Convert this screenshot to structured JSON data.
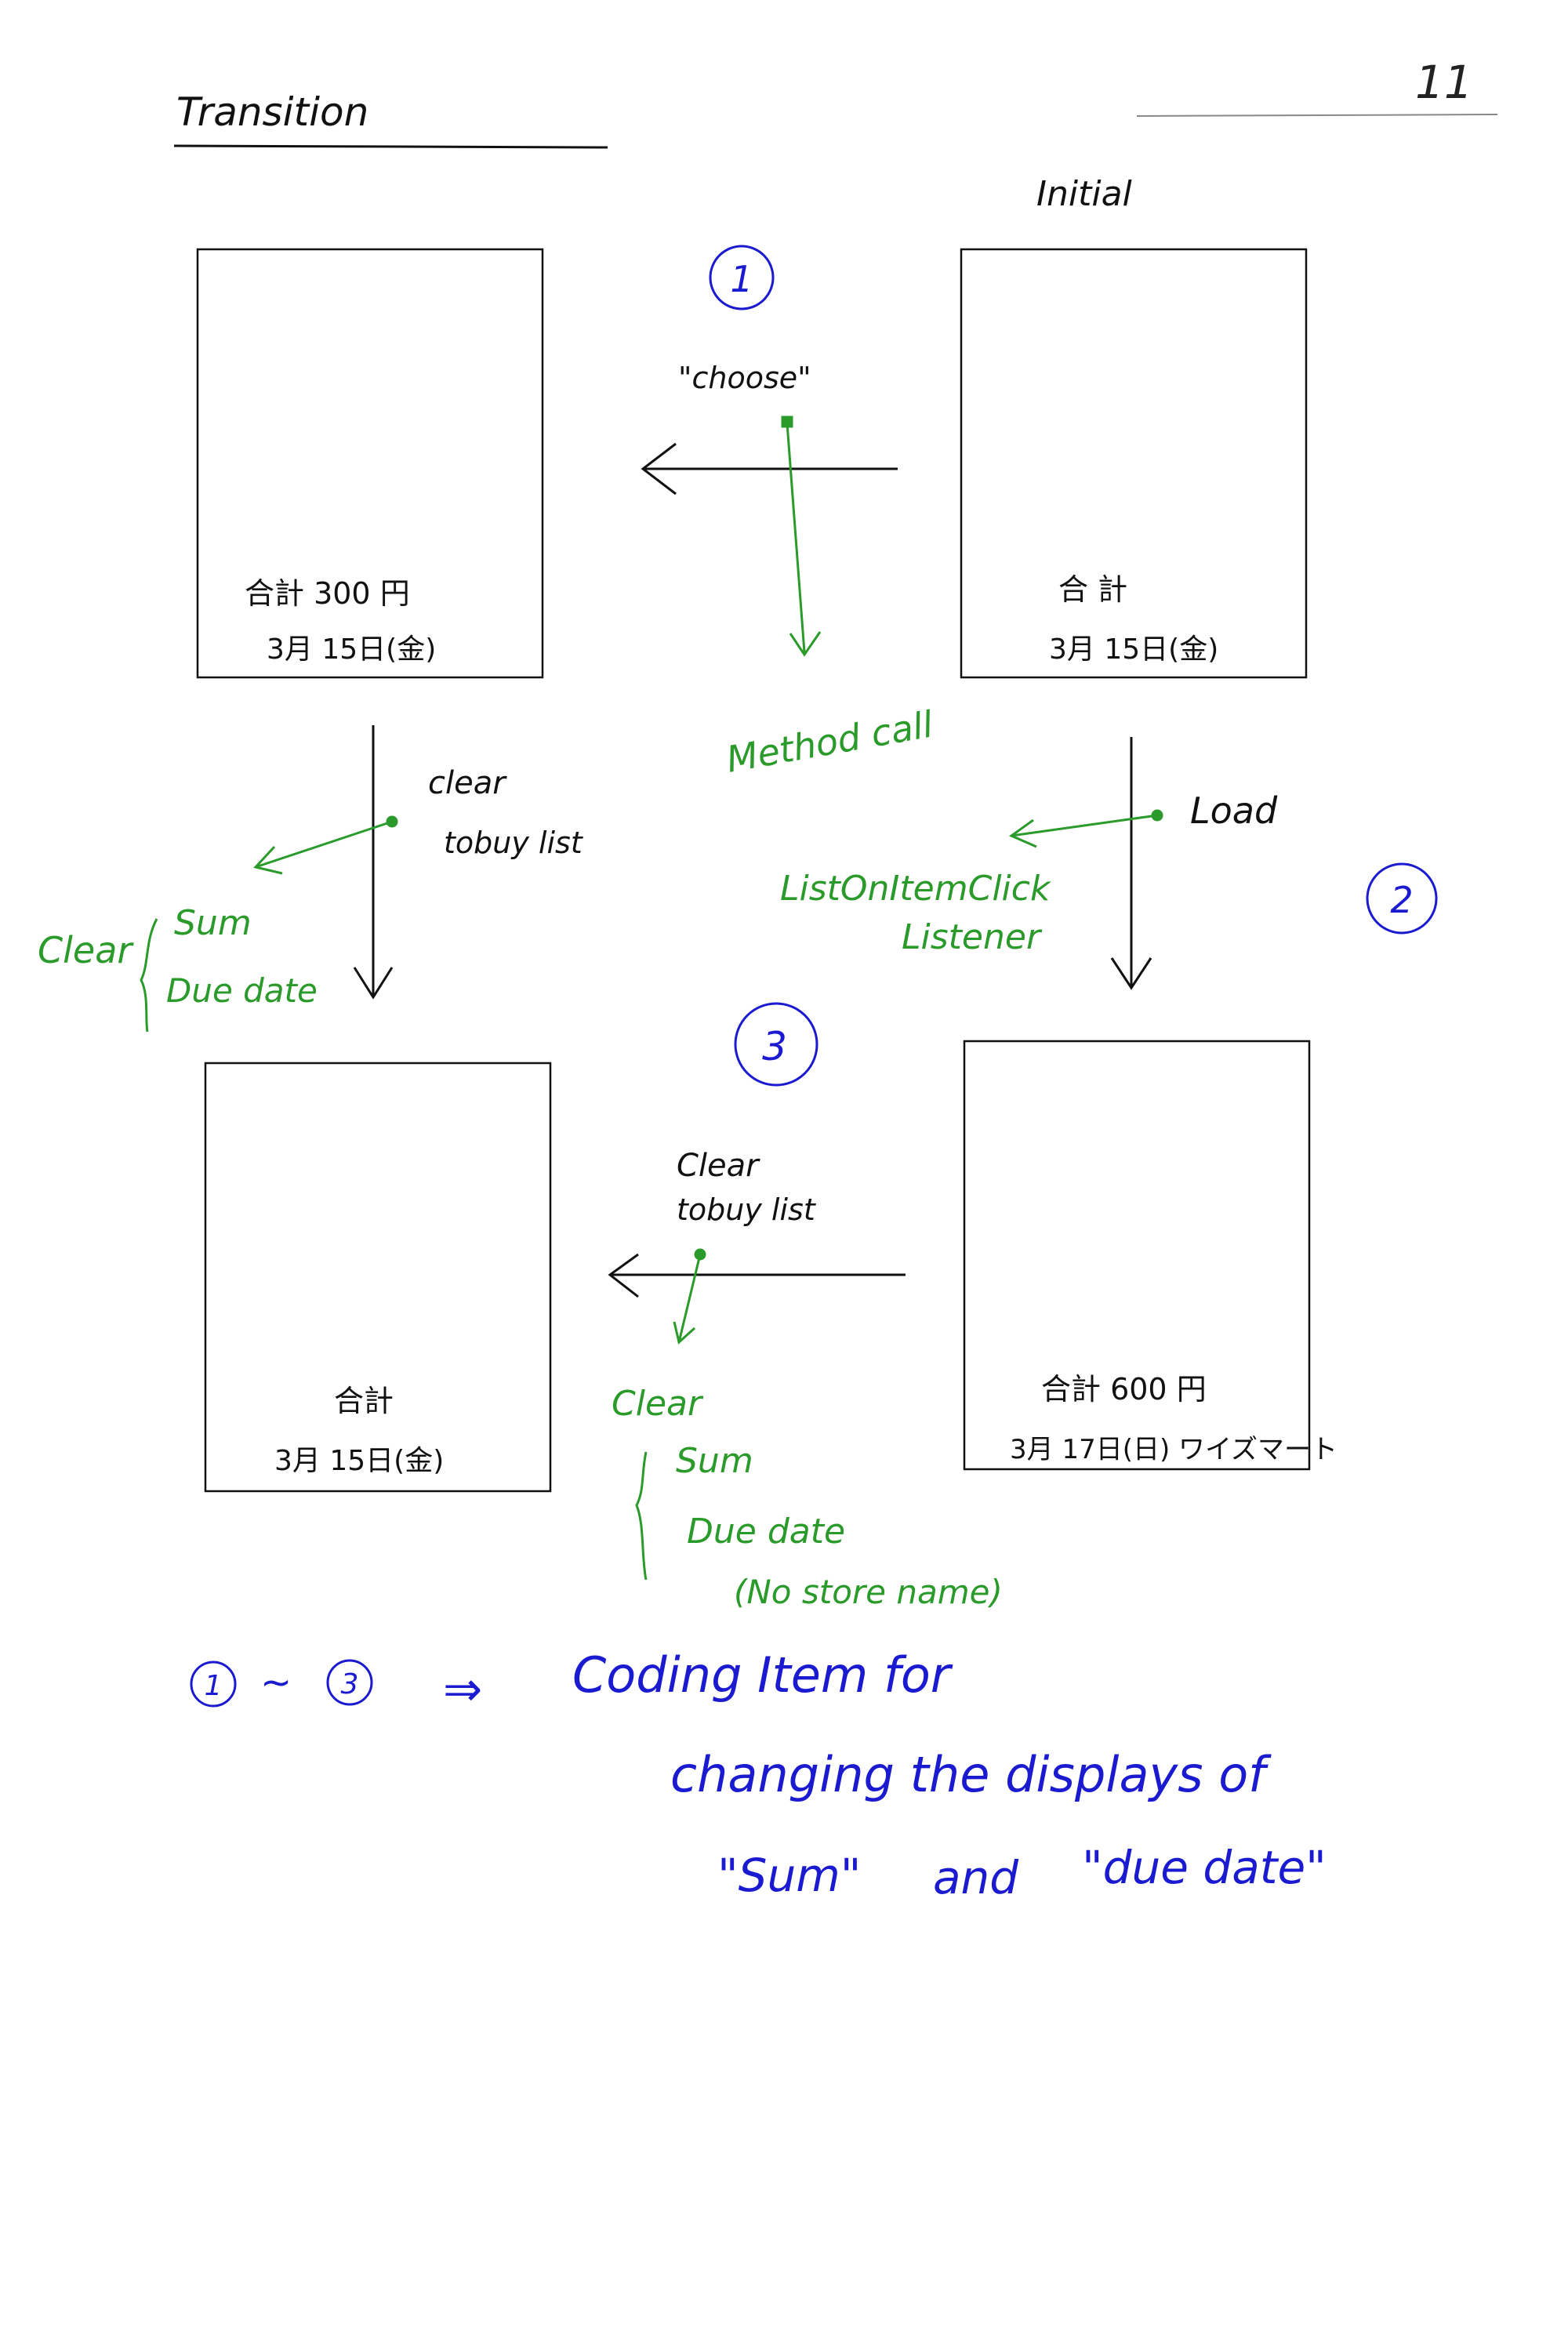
{
  "header": {
    "title": "Transition",
    "page_number": "11"
  },
  "screens": {
    "initial": {
      "label": "Initial",
      "sum": "合 計",
      "date": "3月 15日(金)"
    },
    "chosen": {
      "sum": "合計  300 円",
      "date": "3月 15日(金)"
    },
    "loaded": {
      "sum": "合計  600 円",
      "date": "3月  17日(日)  ワイズマート"
    },
    "cleared": {
      "sum": "合計",
      "date": "3月 15日(金)"
    }
  },
  "steps": [
    {
      "number": "1"
    },
    {
      "number": "2"
    },
    {
      "number": "3"
    }
  ],
  "transitions": {
    "choose": {
      "label": "\"choose\"",
      "note": "Method call"
    },
    "load": {
      "label": "Load",
      "note_line1": "ListOnItemClick",
      "note_line2": "Listener"
    },
    "clear_left": {
      "label_line1": "clear",
      "label_line2": "tobuy list",
      "note_prefix": "Clear",
      "note_item1": "Sum",
      "note_item2": "Due date"
    },
    "clear_bottom": {
      "label_line1": "Clear",
      "label_line2": "tobuy list",
      "note_title": "Clear",
      "note_item1": "Sum",
      "note_item2": "Due date",
      "note_item3": "(No store name)"
    }
  },
  "summary": {
    "range_start": "1",
    "tilde": "~",
    "range_end": "3",
    "arrow": "⇒",
    "line1": "Coding Item for",
    "line2": "changing the displays of",
    "quote1": "\"Sum\"",
    "and": "and",
    "quote2": "\"due date\""
  },
  "colors": {
    "ink": "#111111",
    "green": "#2a9a2a",
    "blue": "#1a1ad0"
  }
}
